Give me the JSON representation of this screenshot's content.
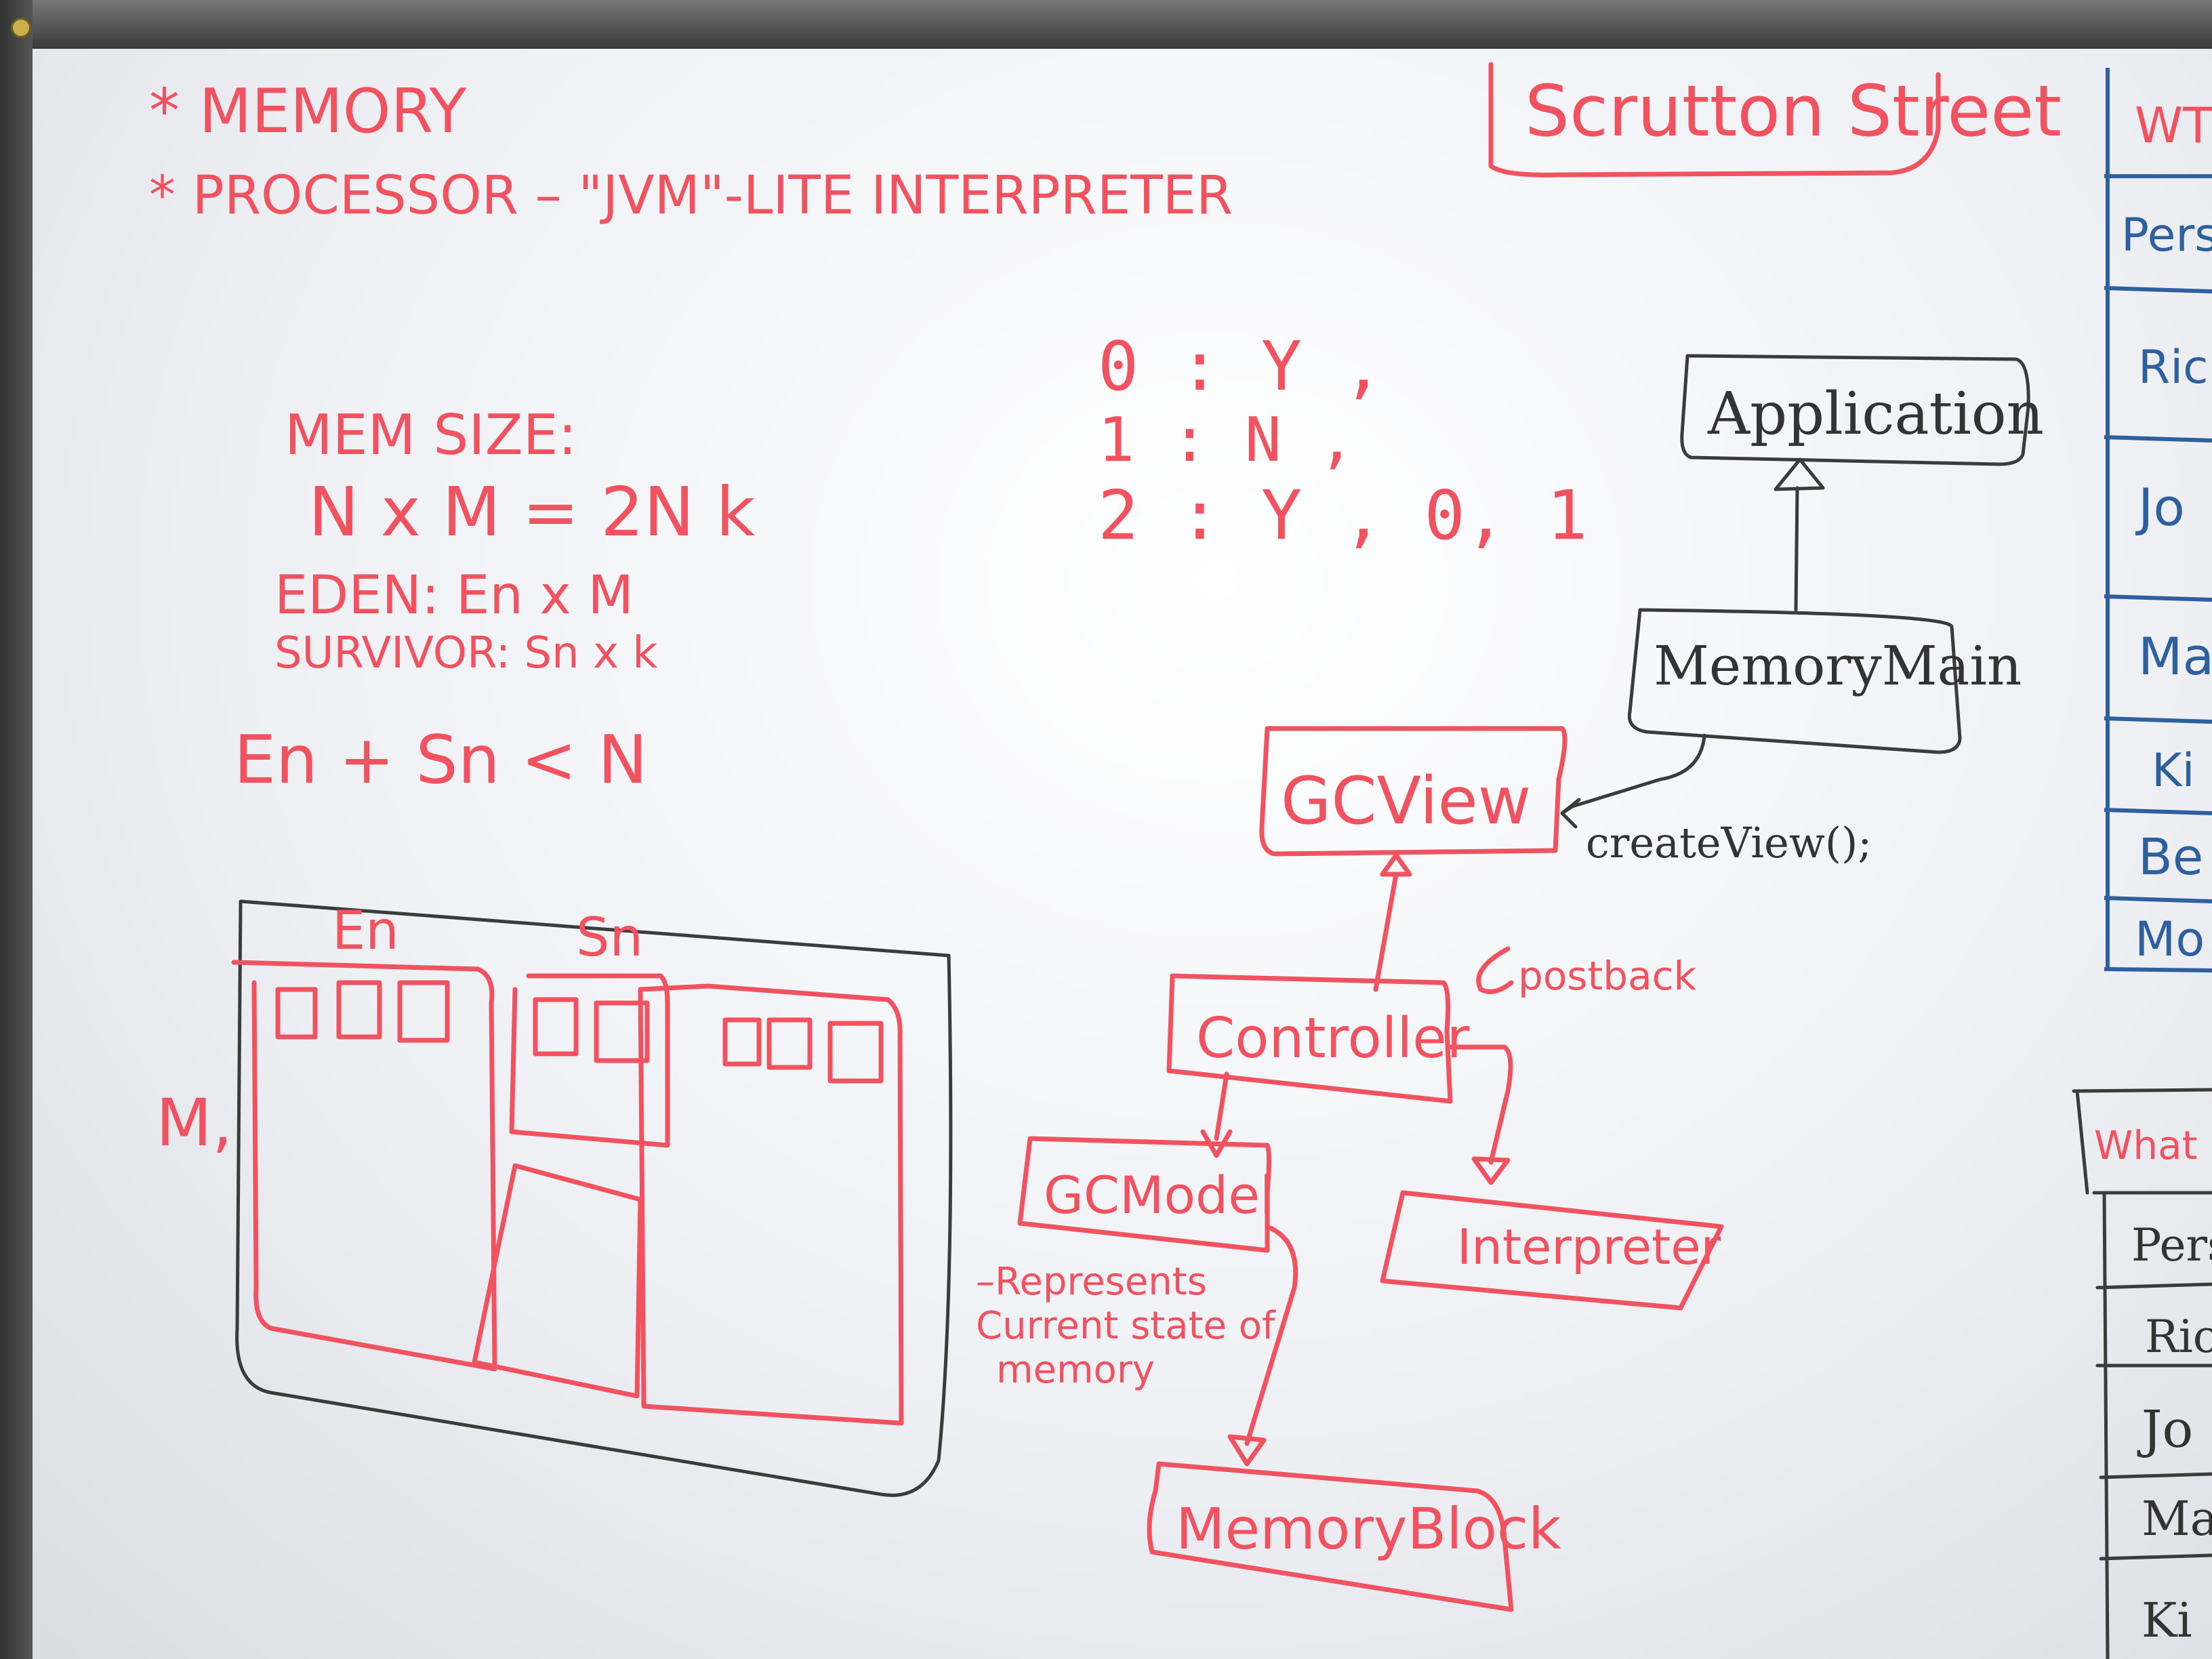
{
  "board": {
    "notes": {
      "line1": "* MEMORY",
      "line2": "* PROCESSOR – \"JVM\"-LITE INTERPRETER"
    },
    "title_box": "Scrutton Street",
    "mem_size": {
      "label": "MEM SIZE:",
      "formula": "N x M = 2N k",
      "eden": "EDEN: En x M",
      "survivor": "SURVIVOR: Sn x k",
      "constraint": "En + Sn < N"
    },
    "mapping": {
      "row0": "0 : Y ,",
      "row1": "1 : N ,",
      "row2": "2 : Y , 0, 1"
    },
    "memory_sketch": {
      "label_en": "En",
      "label_sn": "Sn",
      "label_m": "M,"
    },
    "uml": {
      "application": "Application",
      "memory_main": "MemoryMain",
      "gc_view": "GCView",
      "create_view": "createView();",
      "controller": "Controller",
      "postback": "postback",
      "gc_model": "GCModel",
      "gc_model_note": [
        "–Represents",
        "Current state of",
        "memory"
      ],
      "interpreter": "Interpreter",
      "memory_block": "MemoryBlock"
    },
    "side_table_1": {
      "header": "WT",
      "rows": [
        "Pers",
        "Rich",
        "Jo",
        "Ma",
        "Ki",
        "Be",
        "Mo"
      ]
    },
    "side_table_2": {
      "header": "What",
      "rows": [
        "Pers",
        "Rich",
        "Jo",
        "Ma",
        "Ki"
      ]
    }
  },
  "colors": {
    "marker_red": "#f0525f",
    "marker_black": "#3b3b3b",
    "marker_blue": "#2e5f9e"
  }
}
